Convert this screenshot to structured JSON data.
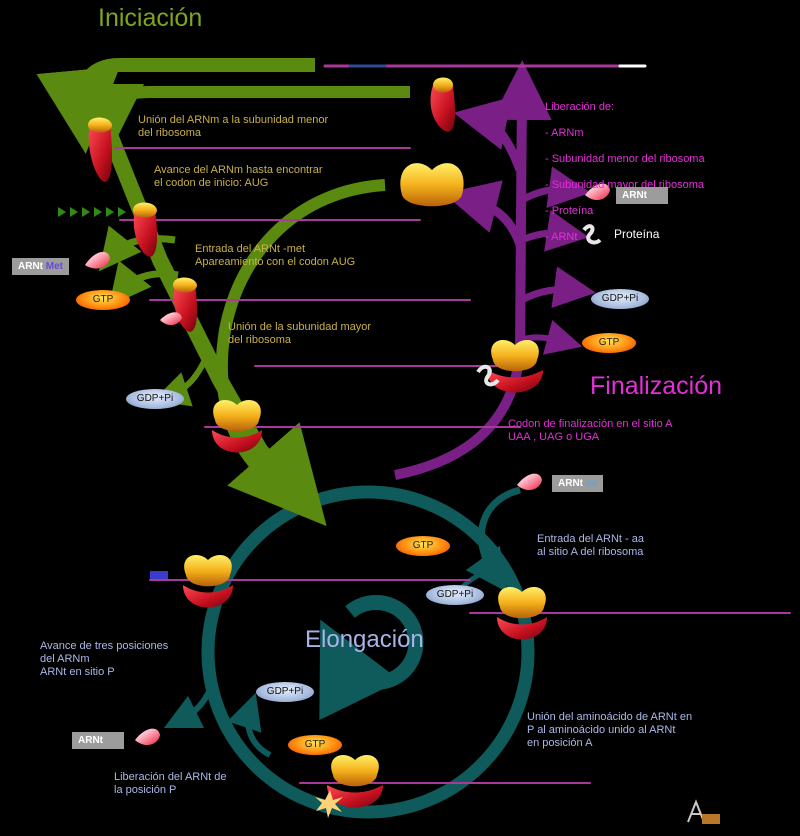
{
  "titles": {
    "initiation": "Iniciación",
    "finalization": "Finalización",
    "elongation": "Elongación"
  },
  "initiation_steps": [
    "Unión del ARNm a la subunidad menor\ndel ribosoma",
    "Avance del ARNm hasta encontrar\nel codon de inicio: AUG",
    "Entrada del ARNt -met\nApareamiento con el codon AUG",
    "Unión de la subunidad mayor\ndel ribosoma"
  ],
  "release": {
    "heading": "Liberación de:",
    "items": [
      "- ARNm",
      "- Subunidad menor del ribosoma",
      "- Subunidad mayor del ribosoma",
      "- Proteína",
      "- ARNt"
    ]
  },
  "release_tag": "ARNt",
  "protein_label": "Proteína",
  "stop_codon": "Codon de finalización en el sitio A\nUAA , UAG o  UGA",
  "elongation_steps": {
    "entry": "Entrada del ARNt - aa\nal sitio A del ribosoma",
    "bond": "Unión del aminoácido de ARNt en\nP al aminoácido unido al ARNt\nen posición A",
    "release_p": "Liberación del ARNt de\nla posición P",
    "advance": "Avance de tres posiciones\ndel ARNm\nARNt en sitio P"
  },
  "tags": {
    "arnt_met_main": "ARNt",
    "arnt_met_suffix": "Met",
    "arnt_aa_main": "ARNt",
    "arnt_aa_suffix": "aa",
    "arnt_left": "ARNt"
  },
  "energy": {
    "gtp": "GTP",
    "gdp_pi": "GDP+Pi"
  },
  "colors": {
    "initiation": "#5b8a10",
    "finalization": "#7a1f86",
    "elongation": "#0f5a5a",
    "ribosome_small": "#c8112c",
    "ribosome_large": "#f2b21a",
    "mrna": "#a8399a"
  }
}
